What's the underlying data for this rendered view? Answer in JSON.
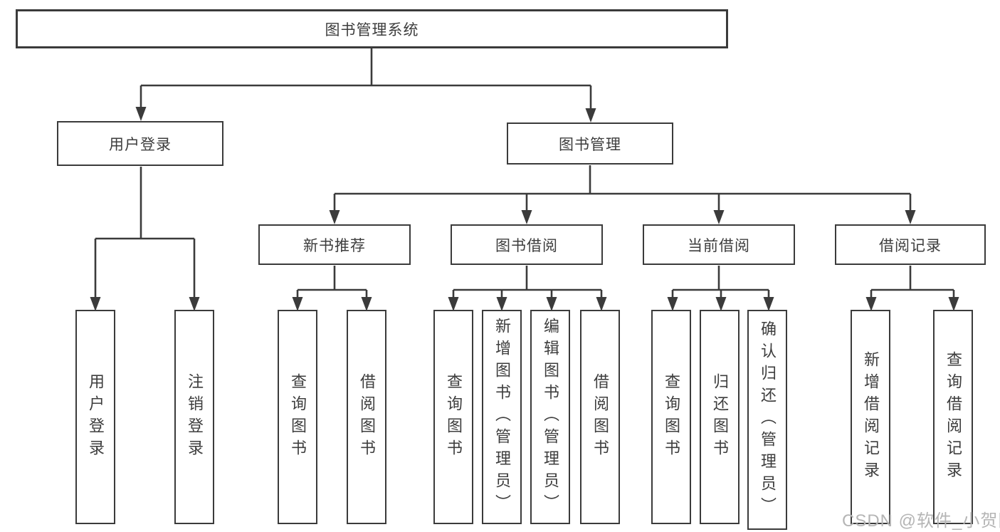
{
  "diagram": {
    "watermark": "CSDN @软件_小贺同学",
    "colors": {
      "line": "#3b3b3b",
      "text": "#3d3d3d",
      "watermark": "#b5b5b5",
      "background": "#ffffff"
    },
    "nodes": {
      "root": "图书管理系统",
      "user_login": "用户登录",
      "book_mgmt": "图书管理",
      "new_book_rec": "新书推荐",
      "book_borrow": "图书借阅",
      "current_borrow": "当前借阅",
      "borrow_records": "借阅记录",
      "leaf_user_login": "用户登录",
      "leaf_logout": "注销登录",
      "leaf_query_book_1": "查询图书",
      "leaf_borrow_book_1": "借阅图书",
      "leaf_query_book_2": "查询图书",
      "leaf_add_book": "新增图书（管理员）",
      "leaf_edit_book": "编辑图书（管理员）",
      "leaf_borrow_book_2": "借阅图书",
      "leaf_query_book_3": "查询图书",
      "leaf_return_book": "归还图书",
      "leaf_confirm_return": "确认归还（管理员）",
      "leaf_add_record": "新增借阅记录",
      "leaf_query_record": "查询借阅记录"
    }
  }
}
